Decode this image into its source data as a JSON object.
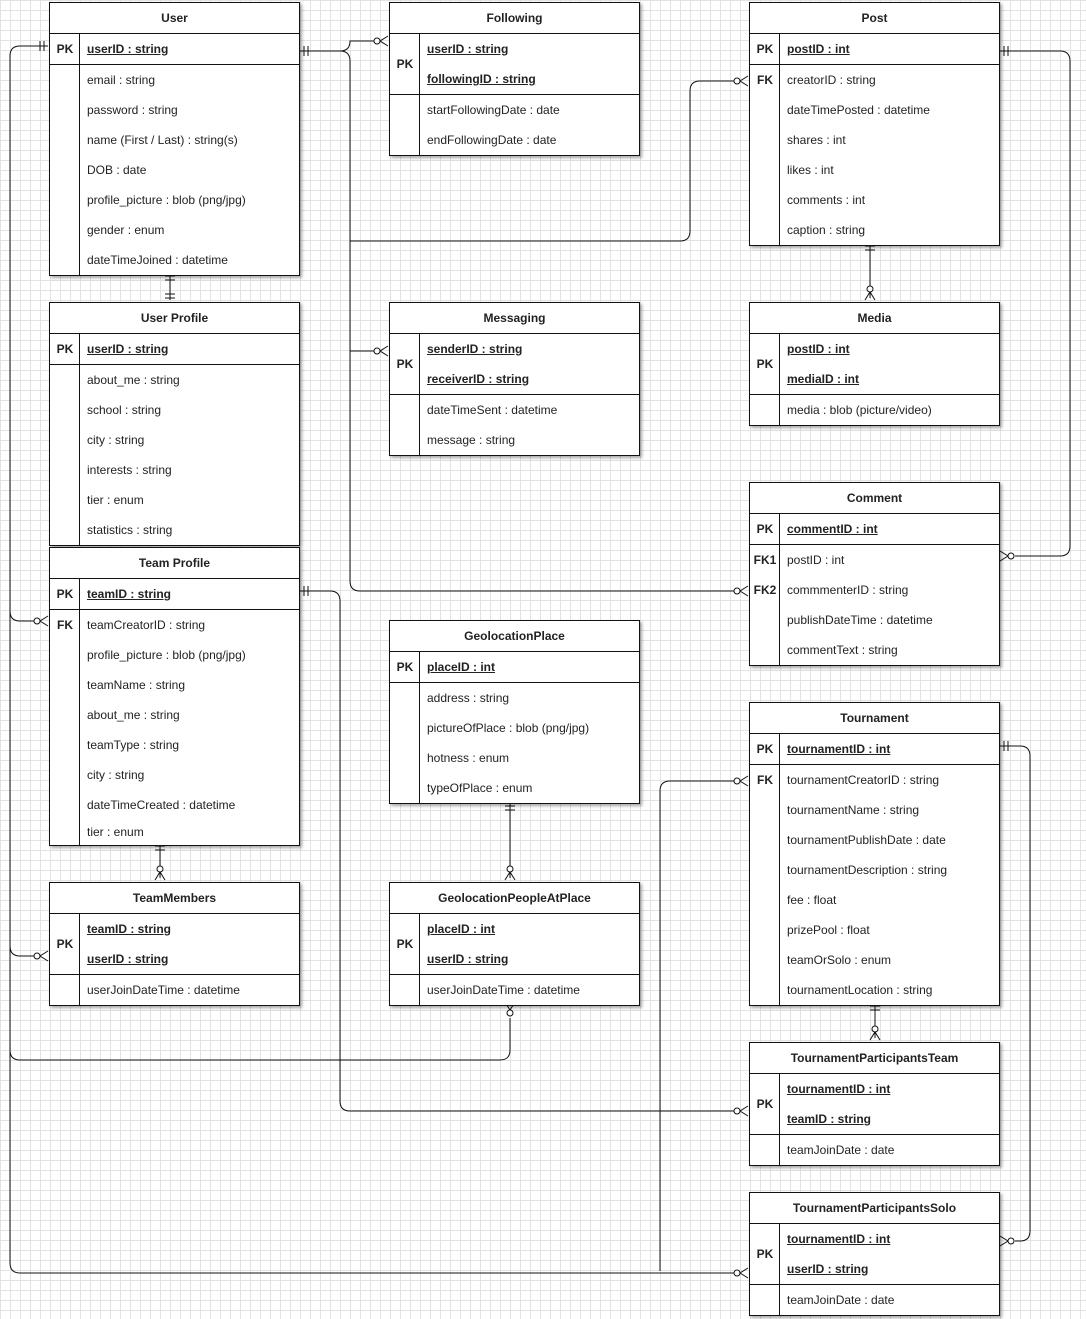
{
  "entities": {
    "user": {
      "title": "User",
      "pk": [
        {
          "key": "PK",
          "name": "userID : string"
        }
      ],
      "attrs": [
        {
          "key": "",
          "name": "email : string"
        },
        {
          "key": "",
          "name": "password : string"
        },
        {
          "key": "",
          "name": "name (First / Last) : string(s)"
        },
        {
          "key": "",
          "name": "DOB : date"
        },
        {
          "key": "",
          "name": "profile_picture : blob (png/jpg)"
        },
        {
          "key": "",
          "name": "gender : enum"
        },
        {
          "key": "",
          "name": "dateTimeJoined : datetime"
        }
      ]
    },
    "following": {
      "title": "Following",
      "pk_label": "PK",
      "pk": [
        {
          "name": "userID : string"
        },
        {
          "name": "followingID : string"
        }
      ],
      "attrs": [
        {
          "key": "",
          "name": "startFollowingDate : date"
        },
        {
          "key": "",
          "name": "endFollowingDate : date"
        }
      ]
    },
    "post": {
      "title": "Post",
      "pk": [
        {
          "key": "PK",
          "name": "postID : int"
        }
      ],
      "attrs": [
        {
          "key": "FK",
          "name": "creatorID : string"
        },
        {
          "key": "",
          "name": "dateTimePosted : datetime"
        },
        {
          "key": "",
          "name": "shares : int"
        },
        {
          "key": "",
          "name": "likes : int"
        },
        {
          "key": "",
          "name": "comments : int"
        },
        {
          "key": "",
          "name": "caption : string"
        }
      ]
    },
    "user_profile": {
      "title": "User Profile",
      "pk": [
        {
          "key": "PK",
          "name": "userID : string"
        }
      ],
      "attrs": [
        {
          "key": "",
          "name": "about_me : string"
        },
        {
          "key": "",
          "name": "school : string"
        },
        {
          "key": "",
          "name": "city : string"
        },
        {
          "key": "",
          "name": "interests : string"
        },
        {
          "key": "",
          "name": "tier : enum"
        },
        {
          "key": "",
          "name": "statistics : string"
        }
      ]
    },
    "messaging": {
      "title": "Messaging",
      "pk_label": "PK",
      "pk": [
        {
          "name": "senderID : string"
        },
        {
          "name": "receiverID : string"
        }
      ],
      "attrs": [
        {
          "key": "",
          "name": "dateTimeSent : datetime"
        },
        {
          "key": "",
          "name": "message : string"
        }
      ]
    },
    "media": {
      "title": "Media",
      "pk_label": "PK",
      "pk": [
        {
          "name": "postID : int"
        },
        {
          "name": "mediaID : int"
        }
      ],
      "attrs": [
        {
          "key": "",
          "name": "media : blob (picture/video)"
        }
      ]
    },
    "comment": {
      "title": "Comment",
      "pk": [
        {
          "key": "PK",
          "name": "commentID : int"
        }
      ],
      "attrs": [
        {
          "key": "FK1",
          "name": "postID : int"
        },
        {
          "key": "FK2",
          "name": "commmenterID : string"
        },
        {
          "key": "",
          "name": "publishDateTime : datetime"
        },
        {
          "key": "",
          "name": "commentText : string"
        }
      ]
    },
    "team_profile": {
      "title": "Team Profile",
      "pk": [
        {
          "key": "PK",
          "name": "teamID : string"
        }
      ],
      "attrs": [
        {
          "key": "FK",
          "name": "teamCreatorID : string"
        },
        {
          "key": "",
          "name": "profile_picture : blob (png/jpg)"
        },
        {
          "key": "",
          "name": "teamName : string"
        },
        {
          "key": "",
          "name": "about_me : string"
        },
        {
          "key": "",
          "name": "teamType : string"
        },
        {
          "key": "",
          "name": "city : string"
        },
        {
          "key": "",
          "name": "dateTimeCreated : datetime"
        },
        {
          "key": "",
          "name": "tier : enum",
          "short": true
        }
      ]
    },
    "geolocation_place": {
      "title": "GeolocationPlace",
      "pk": [
        {
          "key": "PK",
          "name": "placeID : int"
        }
      ],
      "attrs": [
        {
          "key": "",
          "name": "address : string"
        },
        {
          "key": "",
          "name": "pictureOfPlace : blob (png/jpg)"
        },
        {
          "key": "",
          "name": "hotness : enum"
        },
        {
          "key": "",
          "name": "typeOfPlace : enum"
        }
      ]
    },
    "tournament": {
      "title": "Tournament",
      "pk": [
        {
          "key": "PK",
          "name": "tournamentID : int"
        }
      ],
      "attrs": [
        {
          "key": "FK",
          "name": "tournamentCreatorID : string"
        },
        {
          "key": "",
          "name": "tournamentName : string"
        },
        {
          "key": "",
          "name": "tournamentPublishDate : date"
        },
        {
          "key": "",
          "name": "tournamentDescription : string"
        },
        {
          "key": "",
          "name": "fee : float"
        },
        {
          "key": "",
          "name": "prizePool : float"
        },
        {
          "key": "",
          "name": "teamOrSolo : enum"
        },
        {
          "key": "",
          "name": "tournamentLocation : string"
        }
      ]
    },
    "team_members": {
      "title": "TeamMembers",
      "pk_label": "PK",
      "pk": [
        {
          "name": "teamID : string"
        },
        {
          "name": "userID : string"
        }
      ],
      "attrs": [
        {
          "key": "",
          "name": "userJoinDateTime : datetime"
        }
      ]
    },
    "geolocation_people": {
      "title": "GeolocationPeopleAtPlace",
      "pk_label": "PK",
      "pk": [
        {
          "name": "placeID : int"
        },
        {
          "name": "userID : string"
        }
      ],
      "attrs": [
        {
          "key": "",
          "name": "userJoinDateTime : datetime"
        }
      ]
    },
    "tp_team": {
      "title": "TournamentParticipantsTeam",
      "pk_label": "PK",
      "pk": [
        {
          "name": "tournamentID : int"
        },
        {
          "name": "teamID : string"
        }
      ],
      "attrs": [
        {
          "key": "",
          "name": "teamJoinDate : date"
        }
      ]
    },
    "tp_solo": {
      "title": "TournamentParticipantsSolo",
      "pk_label": "PK",
      "pk": [
        {
          "name": "tournamentID : int"
        },
        {
          "name": "userID : string"
        }
      ],
      "attrs": [
        {
          "key": "",
          "name": "teamJoinDate : date"
        }
      ]
    }
  }
}
